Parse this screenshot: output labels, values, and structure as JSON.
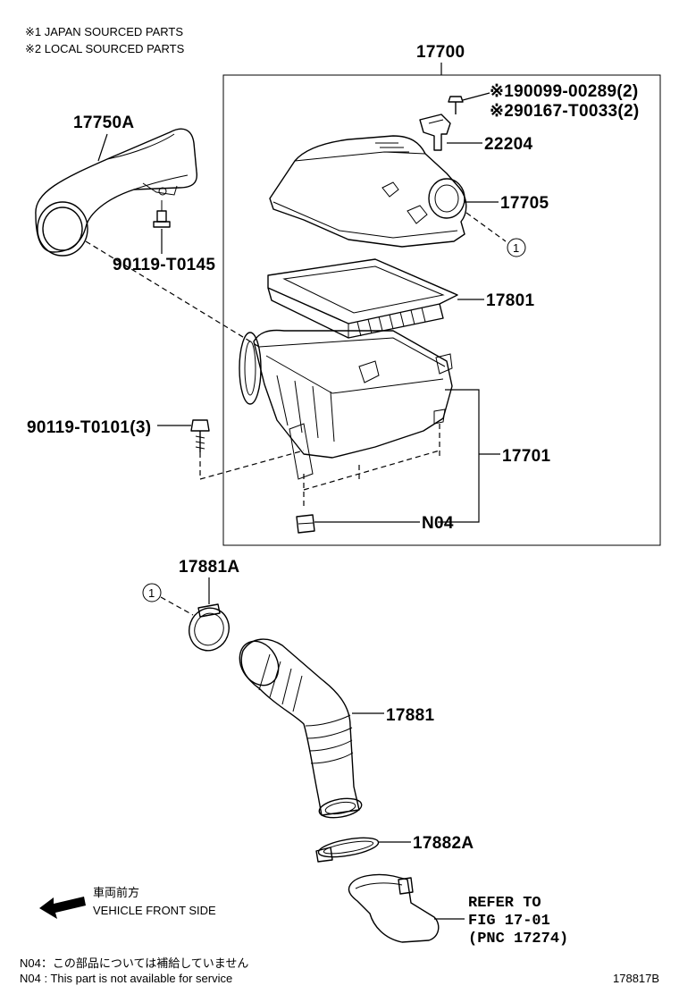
{
  "notes": {
    "japan": "※1 JAPAN SOURCED PARTS",
    "local": "※2 LOCAL SOURCED PARTS"
  },
  "labels": {
    "assy": "17700",
    "inlet": "17750A",
    "bolt_inlet": "90119-T0145",
    "bolt_case": "90119-T0101(3)",
    "screw1": "※190099-00289(2)",
    "screw2": "※290167-T0033(2)",
    "sensor": "22204",
    "cap": "17705",
    "element": "17801",
    "case": "17701",
    "n04": "N04",
    "clamp_a": "17881A",
    "hose": "17881",
    "clamp_b": "17882A",
    "circle_ref": "1"
  },
  "refer": {
    "line1": "REFER TO",
    "line2": "FIG 17-01",
    "line3": "(PNC 17274)"
  },
  "front": {
    "jp": "車両前方",
    "en": "VEHICLE FRONT SIDE"
  },
  "footnotes": {
    "jp": "N04：この部品については補給していません",
    "en": "N04 : This part is not available for service"
  },
  "figure_id": "178817B"
}
